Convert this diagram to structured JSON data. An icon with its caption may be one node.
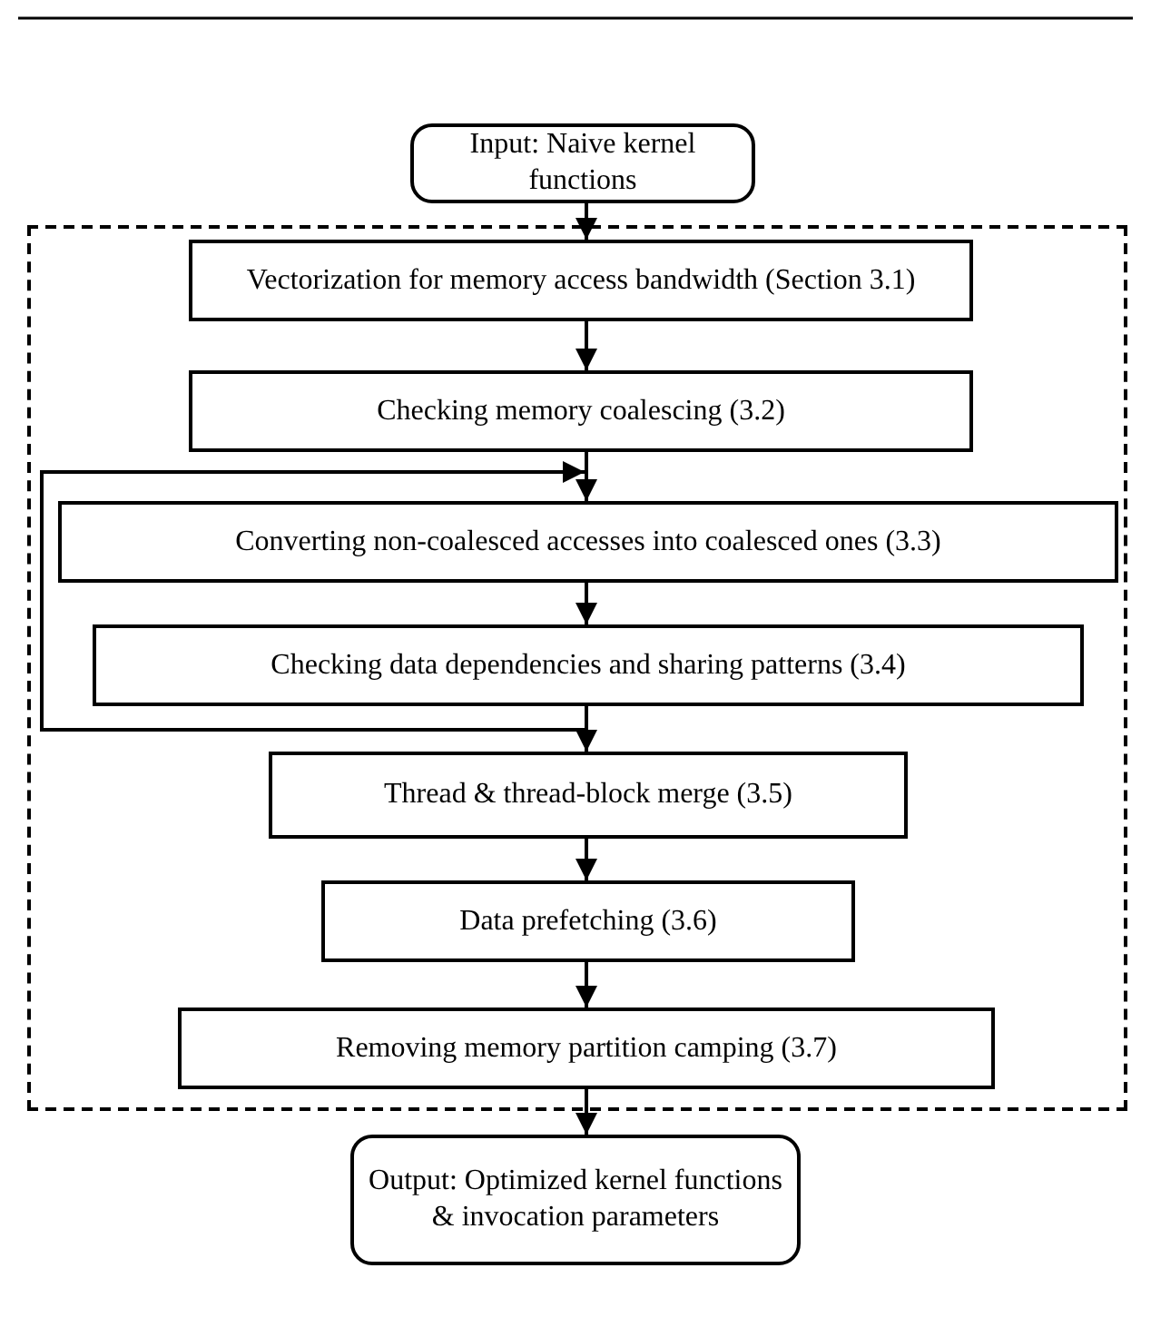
{
  "diagram": {
    "nodes": [
      {
        "text": [
          "Input: Naive kernel functions"
        ]
      },
      {
        "text": [],
        "shape": "box"
      },
      {
        "text": [
          "Vectorization for memory access bandwidth (Section 3.1)"
        ],
        "in": 1
      },
      {
        "text": [
          "Checking memory coalescing (3.2)"
        ],
        "in": 1
      },
      {
        "text": [
          "Converting non-coalesced accesses into coalesced ones (3.3)"
        ],
        "in": 1
      },
      {
        "text": [
          "Checking data dependencies and sharing patterns (3.4)"
        ],
        "in": 1
      },
      {
        "text": [
          "Thread & thread-block merge (3.5)"
        ],
        "in": 1
      },
      {
        "text": [
          "Data prefetching (3.6)"
        ],
        "in": 1
      },
      {
        "text": [
          "Removing memory partition camping (3.7)"
        ],
        "in": 1
      },
      {
        "text": [
          "Output: Optimized kernel functions & invocation parameters"
        ]
      }
    ],
    "edges": [
      {
        "from": 0,
        "to": 2,
        "arrow": "to"
      },
      {
        "from": 2,
        "to": 3,
        "arrow": "to"
      },
      {
        "from": 3,
        "to": 4,
        "arrow": "to"
      },
      {
        "from": 4,
        "to": 5,
        "arrow": "to"
      },
      {
        "from": 5,
        "to": 6,
        "arrow": "to"
      },
      {
        "from": 6,
        "to": 7,
        "arrow": "to"
      },
      {
        "from": 7,
        "to": 8,
        "arrow": "to"
      },
      {
        "from": 8,
        "to": 9,
        "arrow": "to"
      },
      {
        "from": 5,
        "to": 4,
        "arrow": "to"
      }
    ]
  }
}
